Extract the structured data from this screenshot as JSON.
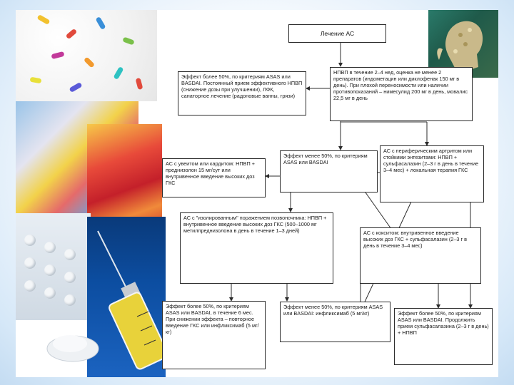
{
  "diagram": {
    "title": "Лечение АС",
    "boxes": {
      "nsaid_start": "НПВП в течение 2–4 нед, оценка не менее 2 препаратов (индометацин или диклофенак 150 мг в день). При плохой переносимости или наличии противопоказаний – нимесулид 200 мг в день, мовалис 22,5 мг в день",
      "effect_more_50_top": "Эффект более 50%, по критериям ASAS или BASDAI. Постоянный прием эффективного НПВП (снижение дозы при улучшении), ЛФК, санаторное лечение (радоновые ванны, грязи)",
      "uveitis": "АС с увеитом или кардитом: НПВП + преднизолон 15 мг/сут или внутривенное введение высоких доз ГКС",
      "effect_less_50_mid": "Эффект менее 50%, по критериям ASAS или BASDAI",
      "peripheral": "АС с периферическим артритом или стойкими энтезитами: НПВП + сульфасалазин (2–3 г в день в течение 3–4 мес) + локальная терапия ГКС",
      "isolated_spine": "АС с \"изолированным\" поражением позвоночника: НПВП + внутривенное введение высоких доз ГКС (500–1000 мг метилпреднизолона в день в течение 1–3 дней)",
      "coxitis": "АС с кокситом: внутривенное введение высоких доз ГКС + сульфасалазин (2–3 г в день в течение 3–4 мес)",
      "result_left": "Эффект более 50%, по критериям ASAS или BASDAI, в течение 6 мес. При снижении эффекта – повторное введение ГКС или инфликсимаб (5 мг/кг)",
      "result_mid": "Эффект менее 50%, по критериям ASAS или BASDAI: инфликсимаб (5 мг/кг)",
      "result_right": "Эффект более 50%, по критериям ASAS или BASDAI. Продолжить прием сульфасалазина (2–3 г в день) + НПВП"
    }
  },
  "colors": {
    "accent_blue": "#c4dcf2",
    "border": "#2b2b2b"
  }
}
